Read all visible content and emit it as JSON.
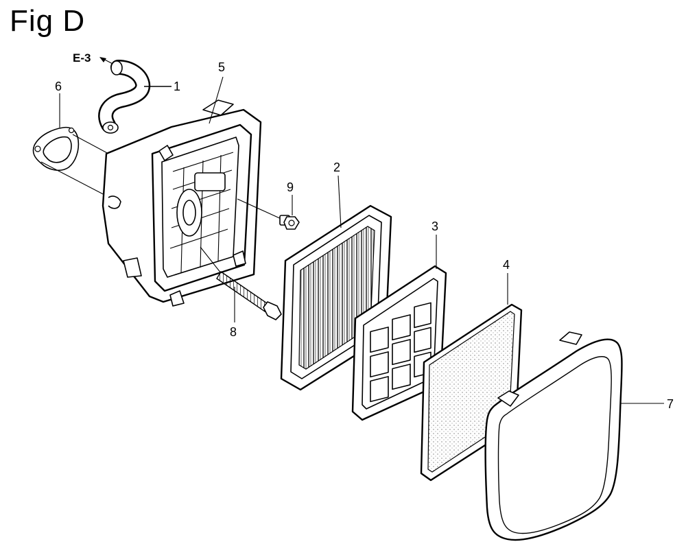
{
  "figure": {
    "title": "Fig D"
  },
  "reference": {
    "label": "E-3"
  },
  "callouts": [
    "1",
    "2",
    "3",
    "4",
    "5",
    "6",
    "7",
    "8",
    "9"
  ]
}
